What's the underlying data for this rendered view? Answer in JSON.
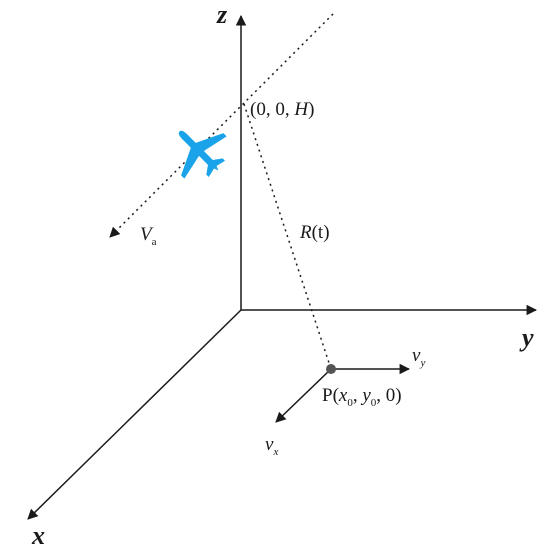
{
  "axes": {
    "x": "x",
    "y": "y",
    "z": "z"
  },
  "point_top": {
    "open": "(0, ",
    "zero": "0, ",
    "h": "H",
    "close": ")"
  },
  "aircraft_velocity": {
    "symbol": "V",
    "subscript": "a"
  },
  "slant_range": {
    "symbol": "R",
    "arg": "(t)"
  },
  "target": {
    "prefix": "P(",
    "x_sym": "x",
    "x_sub": "0",
    "sep1": ", ",
    "y_sym": "y",
    "y_sub": "0",
    "sep2": ", 0)"
  },
  "vx": {
    "symbol": "v",
    "subscript": "x"
  },
  "vy": {
    "symbol": "v",
    "subscript": "y"
  },
  "colors": {
    "aircraft": "#1aa3e8",
    "lines": "#1a1a1a",
    "target_dot": "#555555"
  },
  "icons": {
    "aircraft": "airplane-icon"
  }
}
